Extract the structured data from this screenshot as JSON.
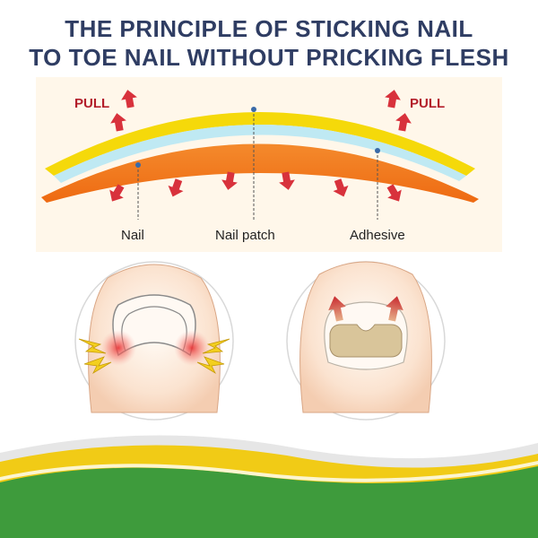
{
  "title": {
    "line1": "THE PRINCIPLE OF STICKING NAIL",
    "line2": "TO TOE NAIL WITHOUT PRICKING FLESH"
  },
  "labels": {
    "pull_left": "PULL",
    "pull_right": "PULL",
    "nail": "Nail",
    "nail_patch": "Nail patch",
    "adhesive": "Adhesive"
  },
  "colors": {
    "title": "#2f3d63",
    "nail_orange": "#f07a1e",
    "patch_yellow": "#f5d90a",
    "adhesive_cyan": "#bfe9f3",
    "arrow_red": "#d8323c",
    "pain_spark": "#f3cf1f",
    "patch_tan": "#d9c59a",
    "wave_green": "#3e9b3c",
    "wave_yellow": "#f1cb16"
  },
  "icons": {
    "pull_arrows": "up-arrow-icon",
    "press_arrows": "down-arrow-icon",
    "pain_sparks": "lightning-icon"
  }
}
